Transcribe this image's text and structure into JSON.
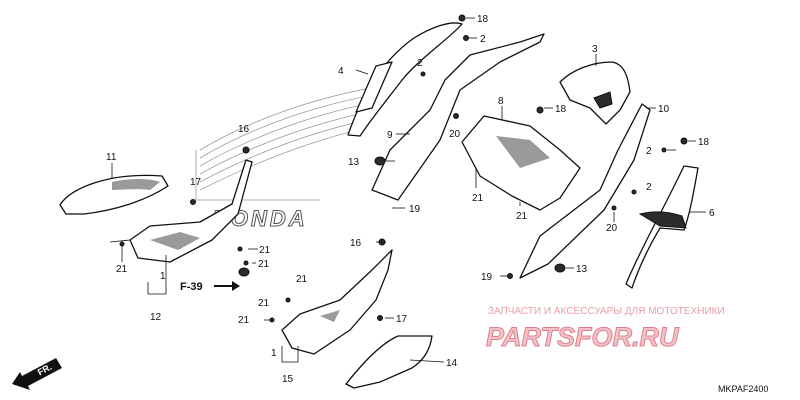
{
  "diagram": {
    "code": "MKPAF2400",
    "ref": "F-39",
    "front": "FR.",
    "brand": "HONDA",
    "labels": {
      "l1": "1",
      "l2": "2",
      "l3": "3",
      "l4": "4",
      "l6": "6",
      "l8": "8",
      "l9": "9",
      "l10": "10",
      "l11": "11",
      "l12": "12",
      "l13": "13",
      "l14": "14",
      "l15": "15",
      "l16": "16",
      "l17": "17",
      "l18": "18",
      "l19": "19",
      "l20": "20",
      "l21": "21"
    }
  },
  "stamp": {
    "line1": "ЗАПЧАСТИ И АКСЕССУАРЫ ДЛЯ МОТОТЕХНИКИ",
    "line2": "PARTSFOR.RU"
  },
  "colors": {
    "stamp": "#e07f8c",
    "line": "#111111"
  }
}
